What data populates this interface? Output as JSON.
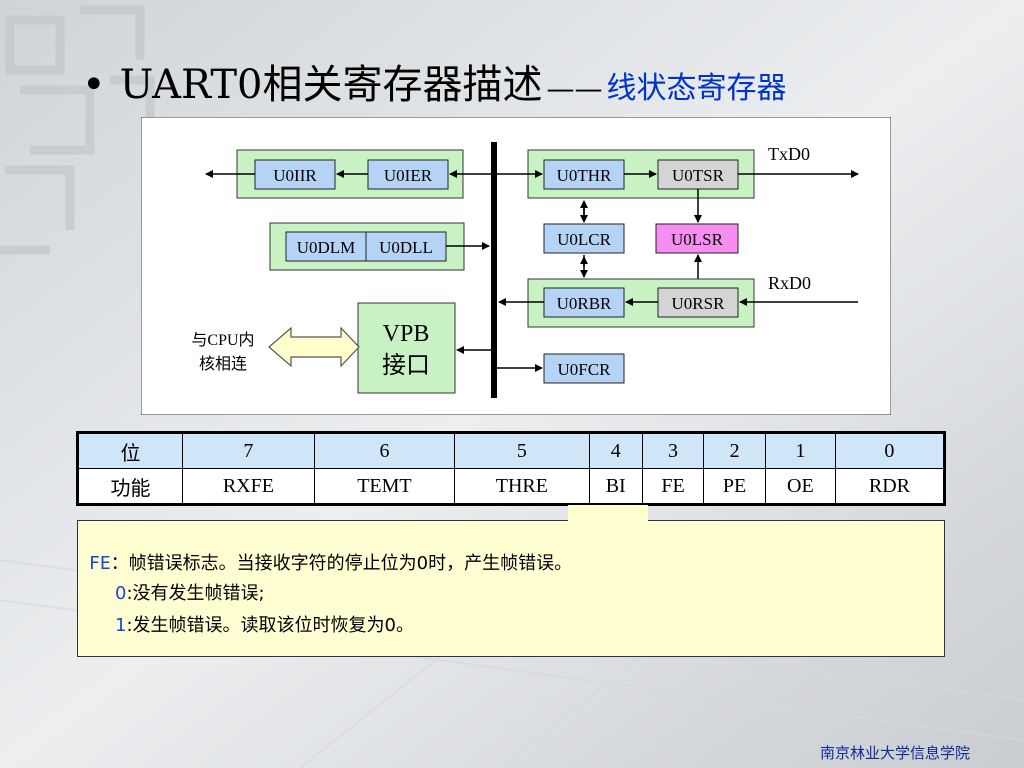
{
  "title": {
    "bullet": "•",
    "main": "UART0相关寄存器描述",
    "dash": "——",
    "sub": "线状态寄存器"
  },
  "diagram": {
    "registers": {
      "u0iir": "U0IIR",
      "u0ier": "U0IER",
      "u0dlm": "U0DLM",
      "u0dll": "U0DLL",
      "u0thr": "U0THR",
      "u0tsr": "U0TSR",
      "u0lcr": "U0LCR",
      "u0lsr": "U0LSR",
      "u0rbr": "U0RBR",
      "u0rsr": "U0RSR",
      "u0fcr": "U0FCR"
    },
    "vpb_line1": "VPB",
    "vpb_line2": "接口",
    "txd": "TxD0",
    "rxd": "RxD0",
    "cpu_line1": "与CPU内",
    "cpu_line2": "核相连",
    "colors": {
      "reg_blue": "#b5d3f5",
      "reg_gray": "#d4d4d4",
      "reg_pink": "#f58ef0",
      "group_green": "#c9f2c4",
      "vpb_green": "#c9f2c4",
      "arrow_yellow": "#ffffcc"
    }
  },
  "table": {
    "header": [
      "位",
      "7",
      "6",
      "5",
      "4",
      "3",
      "2",
      "1",
      "0"
    ],
    "functions": [
      "功能",
      "RXFE",
      "TEMT",
      "THRE",
      "BI",
      "FE",
      "PE",
      "OE",
      "RDR"
    ]
  },
  "description": {
    "fe_label": "FE",
    "fe_text": "：帧错误标志。当接收字符的停止位为0时，产生帧错误。",
    "zero_label": "0",
    "zero_text": ":没有发生帧错误;",
    "one_label": "1",
    "one_text": ":发生帧错误。读取该位时恢复为0。"
  },
  "footer": "南京林业大学信息学院"
}
